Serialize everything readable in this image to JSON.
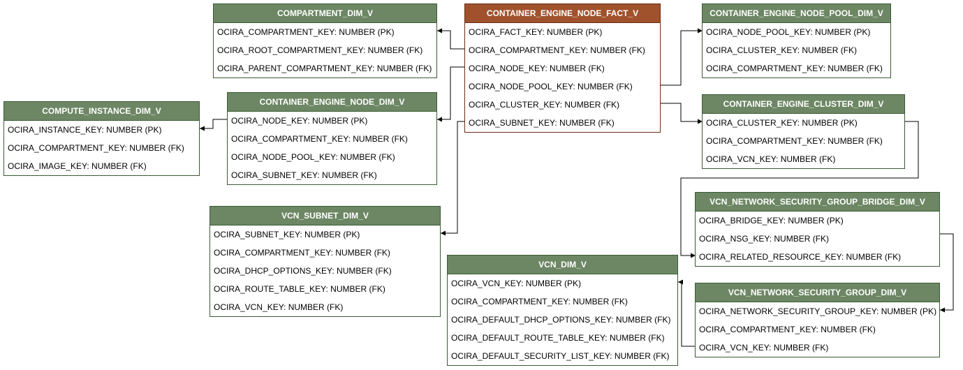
{
  "tables": {
    "compartment_dim": {
      "title": "COMPARTMENT_DIM_V",
      "rows": [
        "OCIRA_COMPARTMENT_KEY: NUMBER (PK)",
        "OCIRA_ROOT_COMPARTMENT_KEY: NUMBER (FK)",
        "OCIRA_PARENT_COMPARTMENT_KEY: NUMBER (FK)"
      ]
    },
    "node_fact": {
      "title": "CONTAINER_ENGINE_NODE_FACT_V",
      "rows": [
        "OCIRA_FACT_KEY: NUMBER (PK)",
        "OCIRA_COMPARTMENT_KEY: NUMBER (FK)",
        "OCIRA_NODE_KEY: NUMBER (FK)",
        "OCIRA_NODE_POOL_KEY: NUMBER (FK)",
        "OCIRA_CLUSTER_KEY: NUMBER (FK)",
        "OCIRA_SUBNET_KEY: NUMBER (FK)"
      ]
    },
    "node_pool_dim": {
      "title": "CONTAINER_ENGINE_NODE_POOL_DIM_V",
      "rows": [
        "OCIRA_NODE_POOL_KEY: NUMBER (PK)",
        "OCIRA_CLUSTER_KEY: NUMBER (FK)",
        "OCIRA_COMPARTMENT_KEY: NUMBER (FK)"
      ]
    },
    "compute_instance_dim": {
      "title": "COMPUTE_INSTANCE_DIM_V",
      "rows": [
        "OCIRA_INSTANCE_KEY: NUMBER (PK)",
        "OCIRA_COMPARTMENT_KEY: NUMBER (FK)",
        "OCIRA_IMAGE_KEY: NUMBER (FK)"
      ]
    },
    "node_dim": {
      "title": "CONTAINER_ENGINE_NODE_DIM_V",
      "rows": [
        "OCIRA_NODE_KEY: NUMBER (PK)",
        "OCIRA_COMPARTMENT_KEY: NUMBER (FK)",
        "OCIRA_NODE_POOL_KEY: NUMBER (FK)",
        "OCIRA_SUBNET_KEY: NUMBER (FK)"
      ]
    },
    "cluster_dim": {
      "title": "CONTAINER_ENGINE_CLUSTER_DIM_V",
      "rows": [
        "OCIRA_CLUSTER_KEY: NUMBER (PK)",
        "OCIRA_COMPARTMENT_KEY: NUMBER (FK)",
        "OCIRA_VCN_KEY: NUMBER (FK)"
      ]
    },
    "nsg_bridge_dim": {
      "title": "VCN_NETWORK_SECURITY_GROUP_BRIDGE_DIM_V",
      "rows": [
        "OCIRA_BRIDGE_KEY: NUMBER (PK)",
        "OCIRA_NSG_KEY: NUMBER (FK)",
        "OCIRA_RELATED_RESOURCE_KEY: NUMBER (FK)"
      ]
    },
    "subnet_dim": {
      "title": "VCN_SUBNET_DIM_V",
      "rows": [
        "OCIRA_SUBNET_KEY: NUMBER (PK)",
        "OCIRA_COMPARTMENT_KEY: NUMBER (FK)",
        "OCIRA_DHCP_OPTIONS_KEY: NUMBER (FK)",
        "OCIRA_ROUTE_TABLE_KEY: NUMBER (FK)",
        "OCIRA_VCN_KEY: NUMBER (FK)"
      ]
    },
    "vcn_dim": {
      "title": "VCN_DIM_V",
      "rows": [
        "OCIRA_VCN_KEY: NUMBER (PK)",
        "OCIRA_COMPARTMENT_KEY: NUMBER (FK)",
        "OCIRA_DEFAULT_DHCP_OPTIONS_KEY: NUMBER (FK)",
        "OCIRA_DEFAULT_ROUTE_TABLE_KEY: NUMBER (FK)",
        "OCIRA_DEFAULT_SECURITY_LIST_KEY: NUMBER (FK)"
      ]
    },
    "nsg_dim": {
      "title": "VCN_NETWORK_SECURITY_GROUP_DIM_V",
      "rows": [
        "OCIRA_NETWORK_SECURITY_GROUP_KEY: NUMBER (PK)",
        "OCIRA_COMPARTMENT_KEY: NUMBER (FK)",
        "OCIRA_VCN_KEY: NUMBER (FK)"
      ]
    }
  },
  "colors": {
    "dim_header": "#6d8764",
    "fact_header": "#a0522d",
    "connector": "#000000"
  }
}
